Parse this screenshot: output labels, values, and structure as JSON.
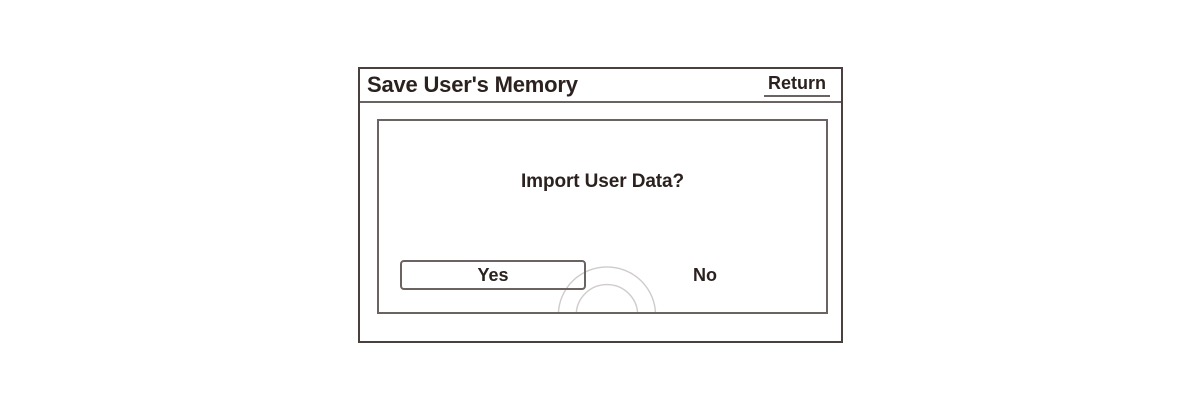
{
  "screen": {
    "title": "Save User's Memory",
    "return_label": "Return",
    "frame_color": "#4a403e",
    "border_color": "#6b6361",
    "text_color": "#2b2220",
    "background": "#ffffff"
  },
  "dialog": {
    "prompt": "Import User Data?",
    "watermark_color": "#cfcbca",
    "choices": [
      {
        "label": "Yes",
        "selected": true
      },
      {
        "label": "No",
        "selected": false
      }
    ],
    "yes_label": "Yes",
    "no_label": "No"
  }
}
